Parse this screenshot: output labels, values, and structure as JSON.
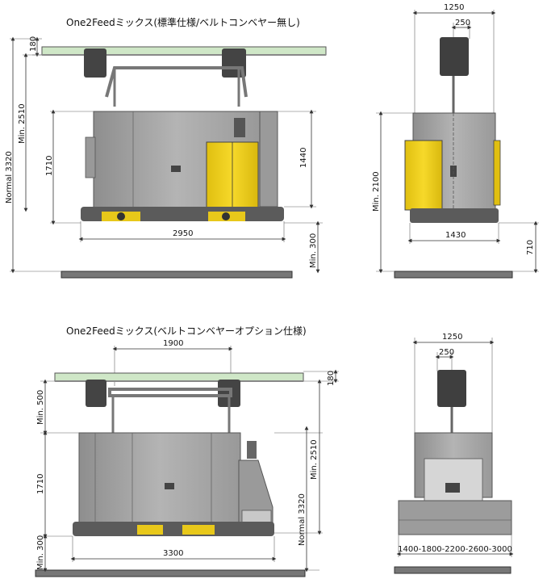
{
  "views": {
    "standard": {
      "title": "One2Feedミックス(標準仕様/ベルトコンベヤー無し)",
      "side": {
        "d180": "180",
        "min2510": "Min. 2510",
        "normal3320": "Normal  3320",
        "d1710": "1710",
        "d1440": "1440",
        "d2950": "2950",
        "min300": "Min. 300"
      },
      "front": {
        "d1250": "1250",
        "d250": "250",
        "min2100": "Min. 2100",
        "d1430": "1430",
        "d710": "710"
      }
    },
    "belt": {
      "title": "One2Feedミックス(ベルトコンベヤーオプション仕様)",
      "side": {
        "d1900": "1900",
        "d180": "180",
        "min500": "Min. 500",
        "d1710": "1710",
        "min2510": "Min. 2510",
        "normal3320": "Normal  3320",
        "min300": "Min. 300",
        "d3300": "3300"
      },
      "front": {
        "d1250": "1250",
        "d250": "250",
        "widths": "1400-1800-2200-2600-3000"
      }
    }
  },
  "colors": {
    "body_gray": "#a9a9a9",
    "body_dark": "#8c8c8c",
    "yellow": "#f2d21c",
    "rail_green": "#cfe7c7",
    "floor": "#777777"
  }
}
